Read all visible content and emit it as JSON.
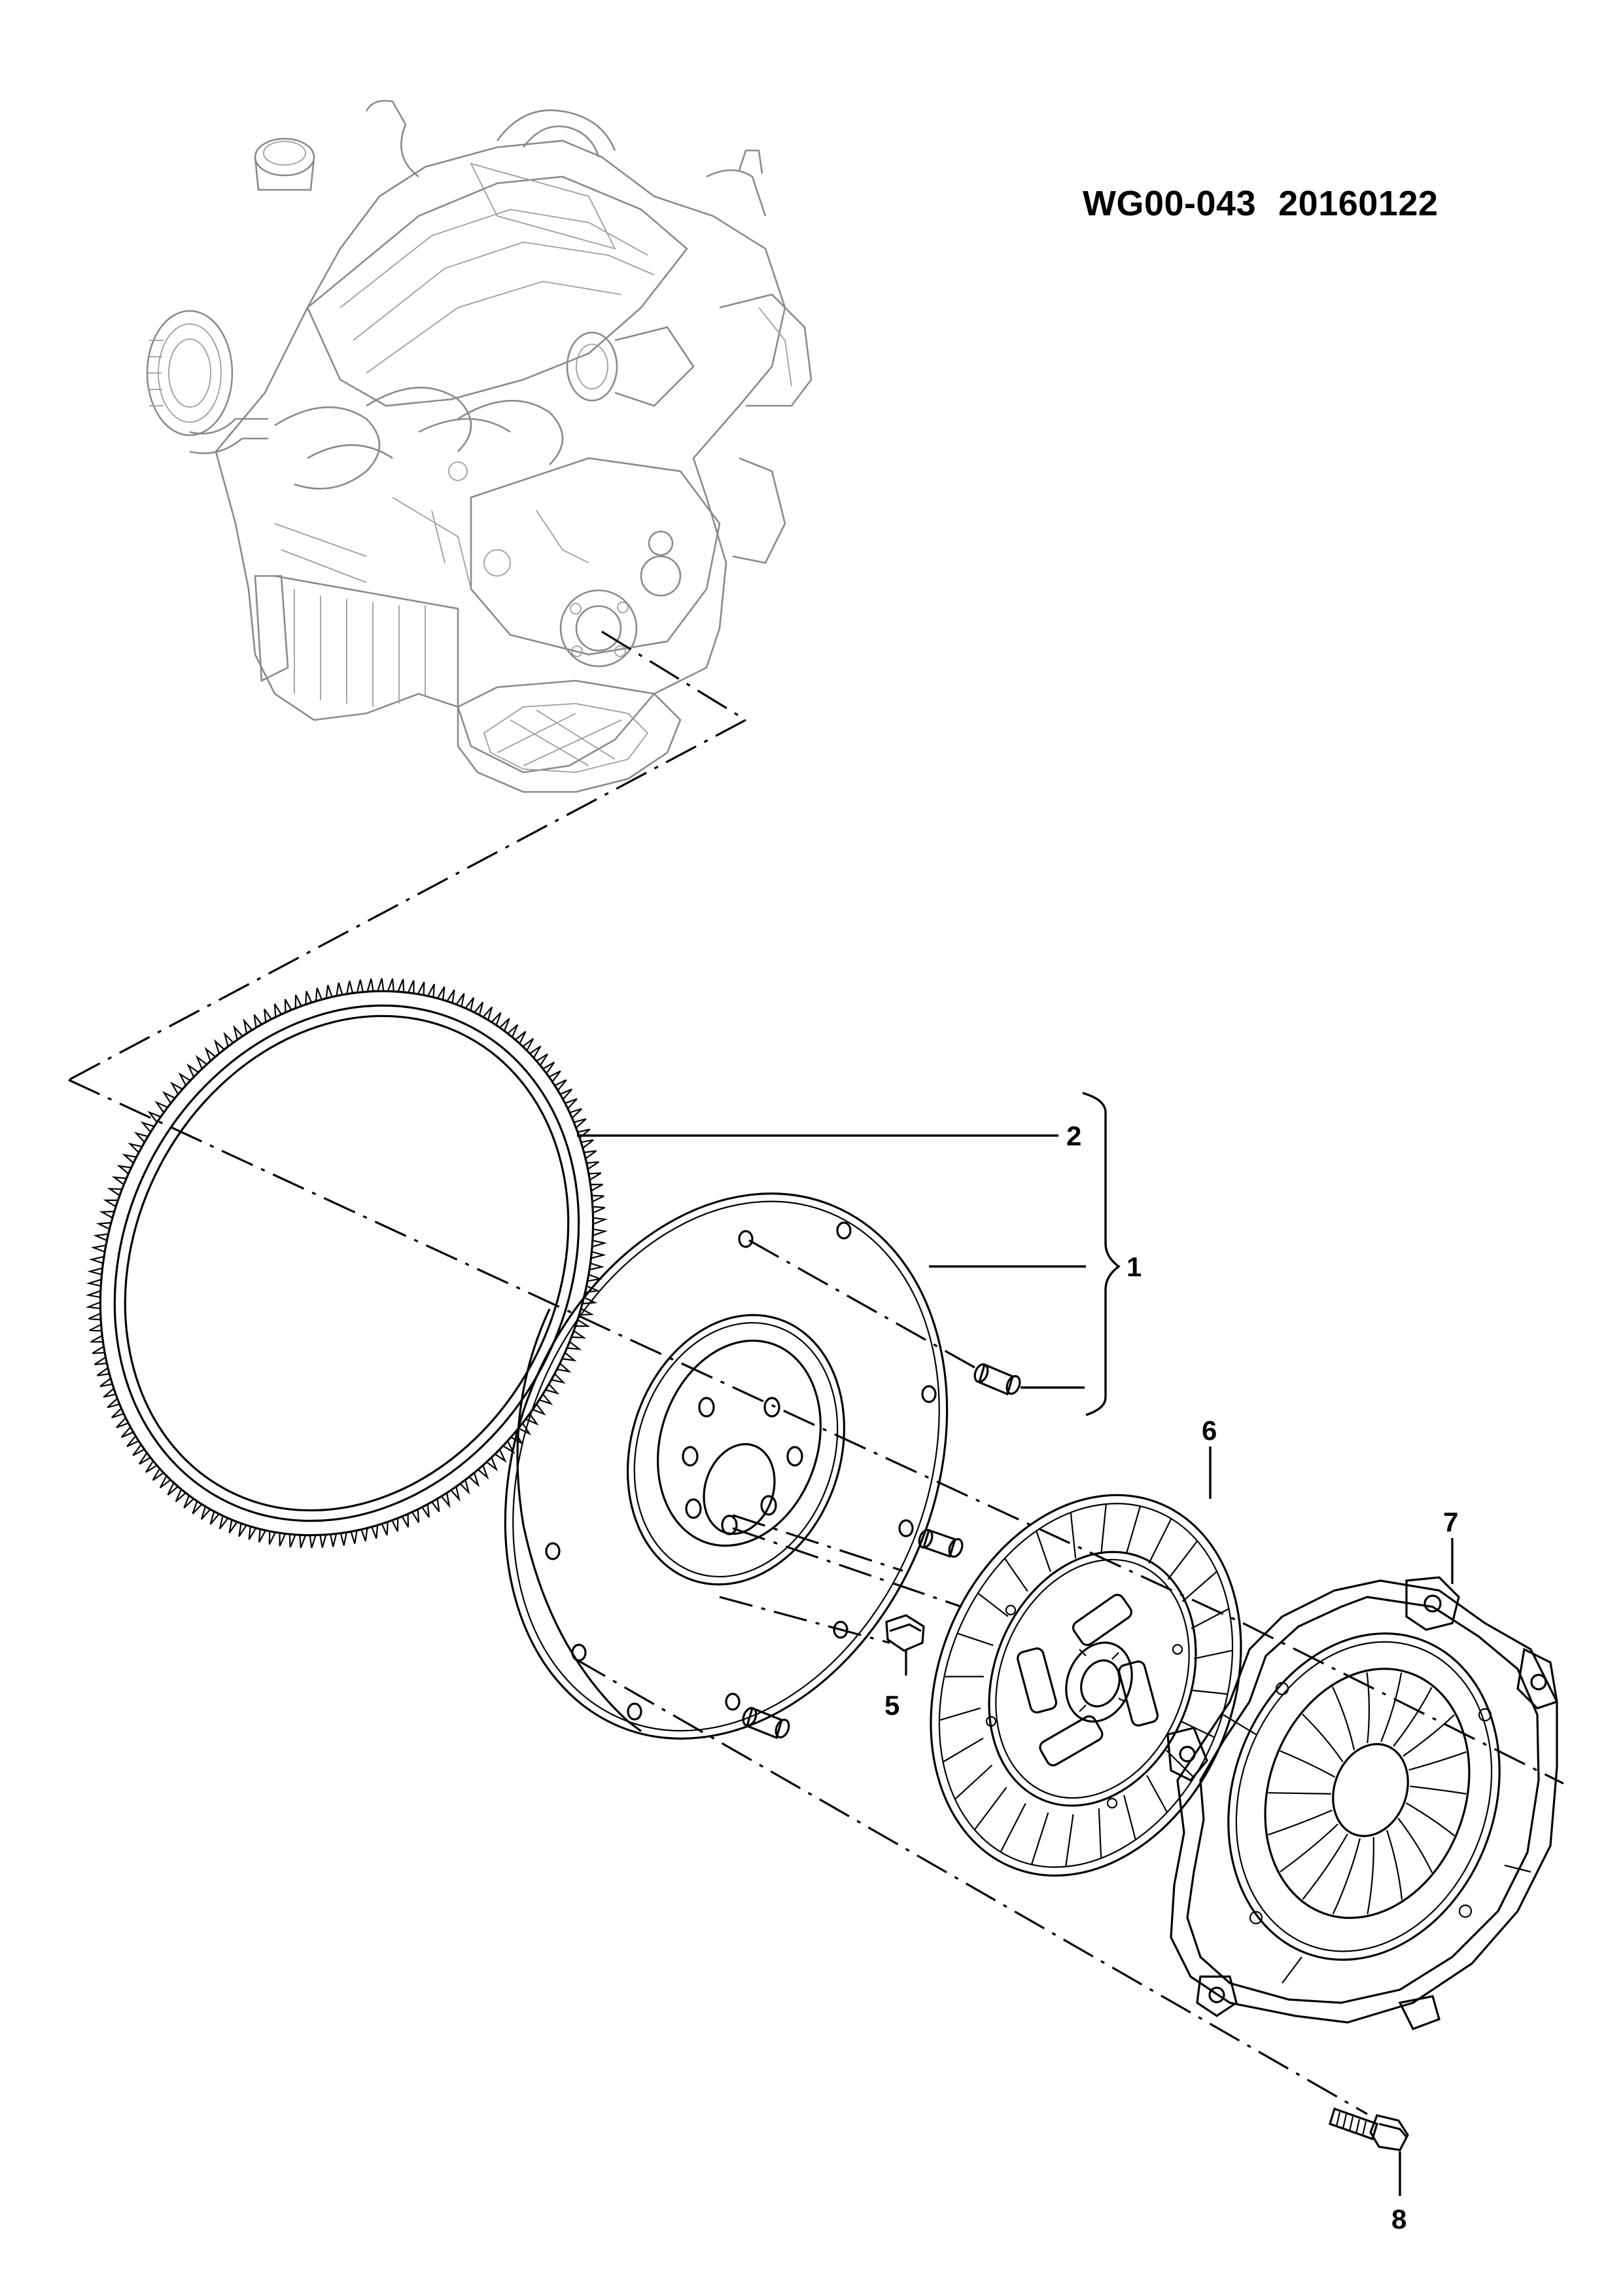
{
  "document": {
    "drawing_code": "WG00-043",
    "drawing_date": "20160122"
  },
  "callouts": [
    {
      "id": "1",
      "label": "1",
      "part": "flywheel-assembly"
    },
    {
      "id": "2",
      "label": "2",
      "part": "ring-gear"
    },
    {
      "id": "5",
      "label": "5",
      "part": "flywheel-bolt"
    },
    {
      "id": "6",
      "label": "6",
      "part": "clutch-disc"
    },
    {
      "id": "7",
      "label": "7",
      "part": "clutch-pressure-plate"
    },
    {
      "id": "8",
      "label": "8",
      "part": "pressure-plate-bolt"
    }
  ],
  "colors": {
    "line": "#000000",
    "engine_context": "#8a8a8a",
    "background": "#ffffff"
  }
}
